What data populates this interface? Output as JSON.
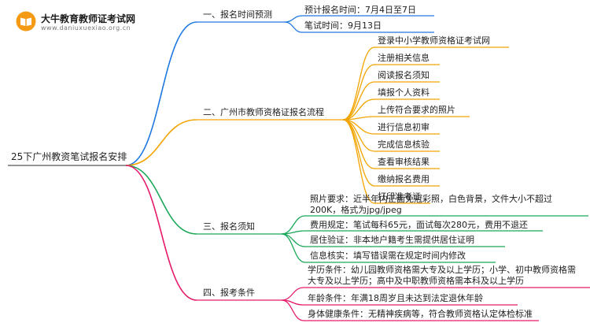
{
  "brand": {
    "name": "大牛教育教师证考试网",
    "url": "www.daniuxuexiao.org.cn"
  },
  "root": "25下广州教资笔试报名安排",
  "colors": {
    "b1": "#1e78e0",
    "b2": "#f2a400",
    "b3": "#e61a6b",
    "b4": "#1aa858",
    "logo": "#f59a14"
  },
  "branches": [
    {
      "label": "一、报名时间预测",
      "items": [
        "预计报名时间：7月4日至7日",
        "笔试时间：9月13日"
      ]
    },
    {
      "label": "二、广州市教师资格证报名流程",
      "items": [
        "登录中小学教师资格证考试网",
        "注册相关信息",
        "阅读报名须知",
        "填报个人资料",
        "上传符合要求的照片",
        "进行信息初审",
        "完成信息核验",
        "查看审核结果",
        "缴纳报名费用",
        "打印准考证"
      ]
    },
    {
      "label": "三、报名须知",
      "items": [
        "照片要求：近半年内正面免冠彩照，白色背景，文件大小不超过200K，格式为jpg/jpeg",
        "费用规定：笔试每科65元，面试每次280元，费用不退还",
        "居住验证：非本地户籍考生需提供居住证明",
        "信息核实：填写错误需在规定时间内修改"
      ]
    },
    {
      "label": "四、报考条件",
      "items": [
        "学历条件：幼儿园教师资格需大专及以上学历；小学、初中教师资格需大专及以上学历；高中及中职教师资格需本科及以上学历",
        "年龄条件：年满18周岁且未达到法定退休年龄",
        "身体健康条件：无精神疾病等，符合教师资格认定体检标准"
      ]
    }
  ]
}
